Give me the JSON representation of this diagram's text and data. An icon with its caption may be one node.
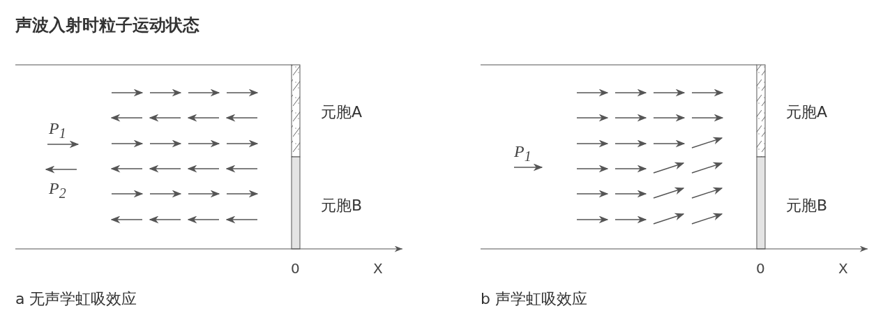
{
  "diagram": {
    "title": "声波入射时粒子运动状态",
    "labels": [
      "P$_{1}$",
      "P$_{2}$",
      "元胞A",
      "元胞B",
      "0",
      "X",
      "a 无声学虹吸效应",
      "P$_{1}$",
      "元胞A",
      "元胞B",
      "0",
      "X",
      "b 声学虹吸效应"
    ]
  }
}
